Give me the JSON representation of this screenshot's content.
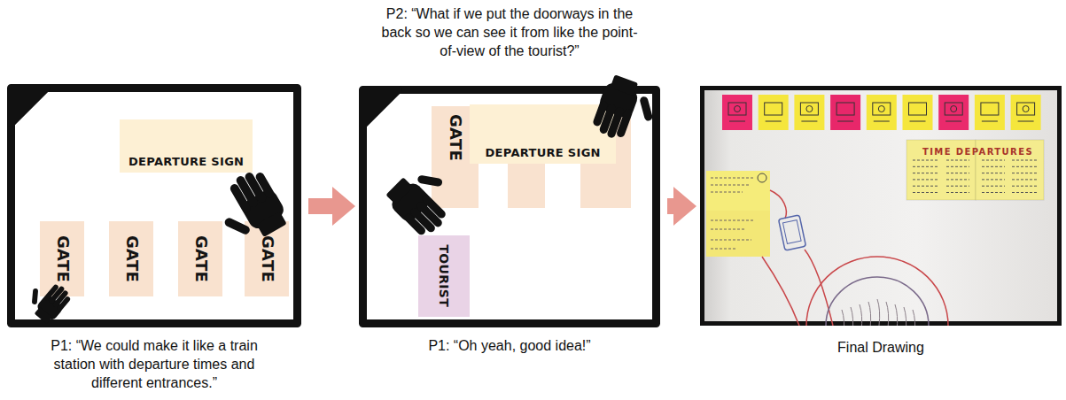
{
  "diagram": {
    "nodes": [
      {
        "text": [
          "P1: “We could make it like a train station with departure times and different entrances.”"
        ]
      },
      {
        "text": [
          "DEPARTURE SIGN"
        ],
        "in": 0
      },
      {
        "text": [
          "GATE"
        ],
        "in": 0
      },
      {
        "text": [
          "GATE"
        ],
        "in": 0
      },
      {
        "text": [
          "GATE"
        ],
        "in": 0
      },
      {
        "text": [
          "GATE"
        ],
        "in": 0
      },
      {
        "text": [
          "P2: “What if we put the doorways in the back so we can see it from like the point-of-view of the tourist?”",
          "P1: “Oh yeah, good idea!”"
        ]
      },
      {
        "text": [
          "GATE"
        ],
        "in": 6
      },
      {
        "text": [
          "DEPARTURE SIGN"
        ],
        "in": 6
      },
      {
        "text": [
          "TOURIST"
        ],
        "in": 6
      },
      {
        "text": [
          "Final Drawing"
        ]
      }
    ],
    "edges": [
      {
        "from": 0,
        "to": 6,
        "arrow": "to"
      },
      {
        "from": 6,
        "to": 10,
        "arrow": "to"
      }
    ],
    "labels": [
      "TIME DEPARTURES"
    ]
  }
}
